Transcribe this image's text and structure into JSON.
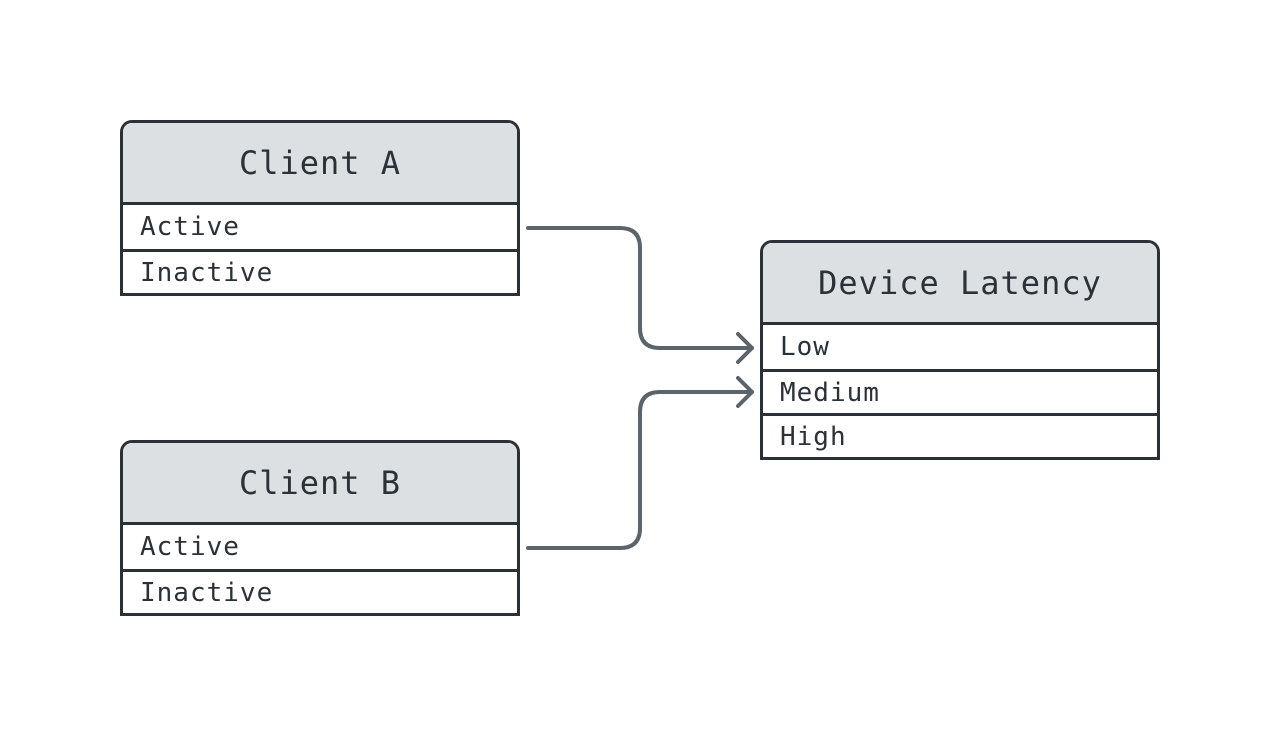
{
  "entities": {
    "client_a": {
      "title": "Client A",
      "rows": [
        "Active",
        "Inactive"
      ]
    },
    "client_b": {
      "title": "Client B",
      "rows": [
        "Active",
        "Inactive"
      ]
    },
    "device_latency": {
      "title": "Device Latency",
      "rows": [
        "Low",
        "Medium",
        "High"
      ]
    }
  },
  "connections": [
    {
      "from": "client_a.Active",
      "to": "device_latency.Low"
    },
    {
      "from": "client_b.Active",
      "to": "device_latency.Medium"
    }
  ],
  "colors": {
    "border": "#2a3138",
    "header_fill": "#dde0e3",
    "connector": "#5b646b"
  }
}
